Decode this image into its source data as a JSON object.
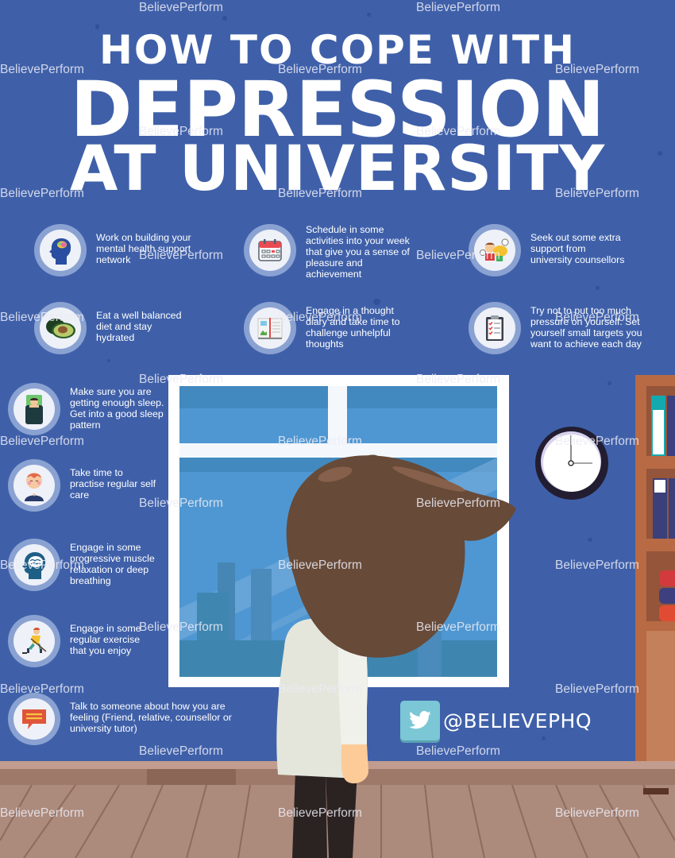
{
  "title": {
    "line1": "HOW TO COPE WITH",
    "line2": "DEPRESSION",
    "line3": "AT UNIVERSITY"
  },
  "tips": [
    {
      "icon": "head-brain-icon",
      "text": "Work on building your mental health support network"
    },
    {
      "icon": "calendar-icon",
      "text": "Schedule in some activities into your week that give you a sense of pleasure and achievement"
    },
    {
      "icon": "counsellor-icon",
      "text": "Seek out some extra support from university counsellors"
    },
    {
      "icon": "avocado-icon",
      "text": "Eat a well balanced diet and stay hydrated"
    },
    {
      "icon": "diary-icon",
      "text": "Engage in a thought diary and take time to challenge unhelpful thoughts"
    },
    {
      "icon": "clipboard-checklist-icon",
      "text": "Try not to put too much pressure on yourself. Set yourself small targets you want to achieve each day"
    },
    {
      "icon": "sleeping-person-icon",
      "text": "Make sure you are getting enough sleep. Get into a good sleep pattern"
    },
    {
      "icon": "meditating-person-icon",
      "text": "Take time to practise regular self care"
    },
    {
      "icon": "brain-head-icon",
      "text": "Engage in some progressive muscle relaxation or deep breathing"
    },
    {
      "icon": "hockey-player-icon",
      "text": "Engage in some regular exercise that you enjoy"
    },
    {
      "icon": "speech-bubble-icon",
      "text": "Talk to someone about how you are feeling (Friend, relative, counsellor or university tutor)"
    }
  ],
  "social": {
    "icon": "twitter-icon",
    "handle": "@BELIEVEPHQ"
  },
  "watermark": "BelievePerform",
  "colors": {
    "background": "#3f60a9",
    "text": "#ffffff",
    "twitter": "#7bc7d6",
    "window_glass": "#4f97d2",
    "hair": "#674a38",
    "shirt": "#e8e9e1",
    "floor": "#ac8a7c",
    "shelf": "#b86a44"
  }
}
